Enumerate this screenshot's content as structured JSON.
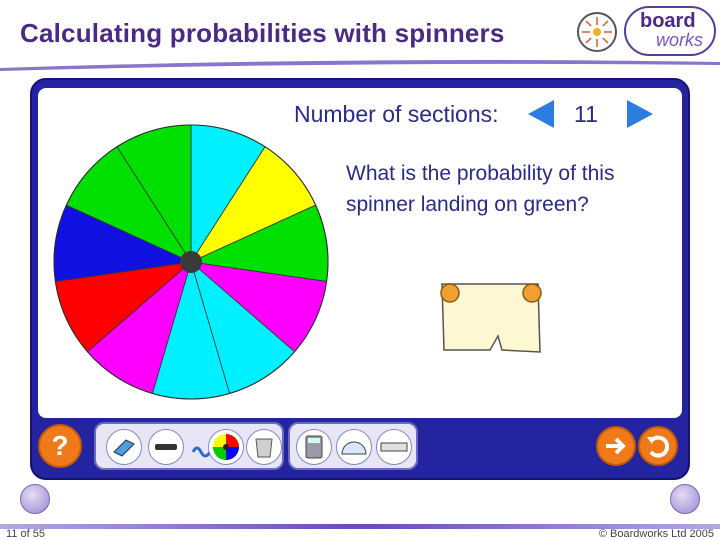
{
  "header": {
    "title": "Calculating probabilities with spinners",
    "logo_line1": "board",
    "logo_line2": "works"
  },
  "activity": {
    "sections_label": "Number of sections:",
    "sections_value": "11",
    "question": "What is the probability of this spinner landing on green?",
    "spinner_sectors": [
      "cyan",
      "yellow",
      "green",
      "magenta",
      "cyan",
      "cyan",
      "magenta",
      "red",
      "blue",
      "green",
      "green"
    ]
  },
  "toolbar": {
    "help_label": "?",
    "tools": [
      "eraser-icon",
      "pen-icon",
      "spinner-icon",
      "bin-icon",
      "calculator-icon",
      "protractor-icon",
      "ruler-icon"
    ]
  },
  "footer": {
    "slide_number": "11 of 55",
    "copyright": "© Boardworks Ltd 2005"
  },
  "colors": {
    "frame": "#2424a0",
    "accent_orange": "#f07a1a",
    "title_purple": "#4a2a86",
    "arrow_blue": "#2d7de0"
  }
}
